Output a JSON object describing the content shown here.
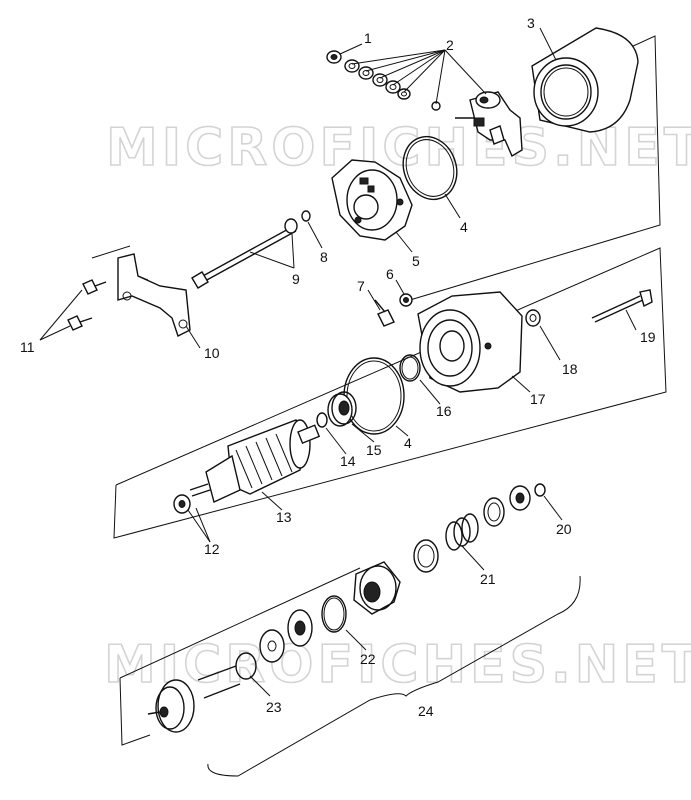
{
  "watermarks": [
    "MICROFICHES.NET",
    "MICROFICHES.NET"
  ],
  "callouts": [
    "1",
    "2",
    "3",
    "4",
    "5",
    "8",
    "9",
    "6",
    "7",
    "11",
    "10",
    "19",
    "18",
    "17",
    "16",
    "4",
    "15",
    "14",
    "13",
    "12",
    "20",
    "21",
    "22",
    "23",
    "24"
  ]
}
